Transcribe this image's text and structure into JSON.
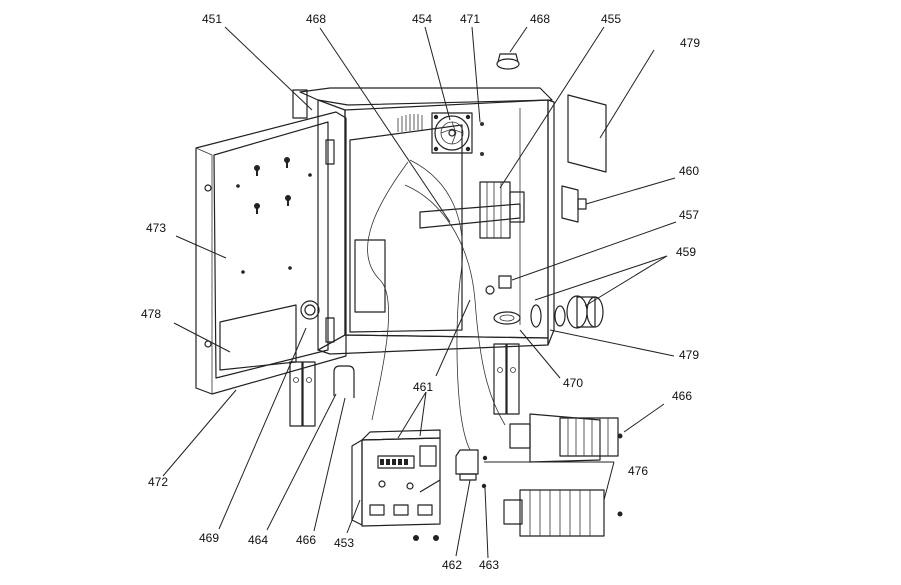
{
  "callouts": {
    "c451": "451",
    "c468a": "468",
    "c454": "454",
    "c471": "471",
    "c468b": "468",
    "c455": "455",
    "c479a": "479",
    "c460": "460",
    "c473": "473",
    "c457": "457",
    "c459": "459",
    "c478": "478",
    "c479b": "479",
    "c461": "461",
    "c470": "470",
    "c466a": "466",
    "c472": "472",
    "c476": "476",
    "c469": "469",
    "c464": "464",
    "c466b": "466",
    "c453": "453",
    "c462": "462",
    "c463": "463"
  }
}
